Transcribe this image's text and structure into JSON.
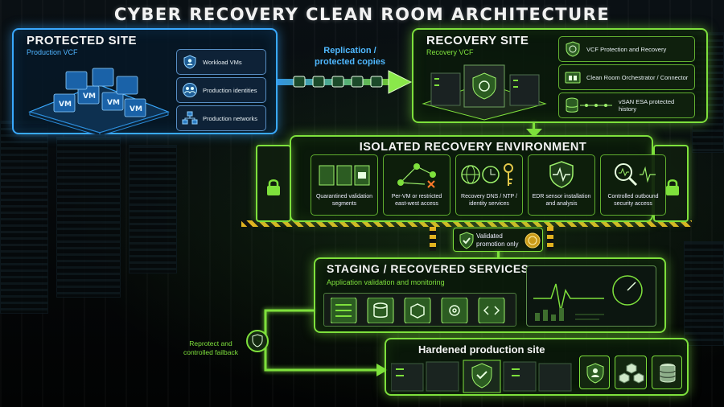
{
  "title": "CYBER RECOVERY CLEAN ROOM ARCHITECTURE",
  "protected_site": {
    "heading": "PROTECTED SITE",
    "subtitle": "Production VCF",
    "vm_label": "VM",
    "items": [
      "Workload VMs",
      "Production identities",
      "Production networks"
    ]
  },
  "replication": {
    "line1": "Replication /",
    "line2": "protected copies"
  },
  "recovery_site": {
    "heading": "RECOVERY SITE",
    "subtitle": "Recovery VCF",
    "items": [
      "VCF Protection and Recovery",
      "Clean Room Orchestrator / Connector",
      "vSAN ESA protected history"
    ]
  },
  "ire": {
    "heading": "ISOLATED RECOVERY ENVIRONMENT",
    "items": [
      "Quarantined validation segments",
      "Per-VM or restricted east-west access",
      "Recovery DNS / NTP / identity services",
      "EDR sensor installation and analysis",
      "Controlled outbound security access"
    ]
  },
  "promotion": {
    "line1": "Validated",
    "line2": "promotion only"
  },
  "staging": {
    "heading": "STAGING / RECOVERED SERVICES",
    "subtitle": "Application validation and monitoring"
  },
  "reprotect": {
    "line1": "Reprotect and",
    "line2": "controlled failback"
  },
  "hardened": {
    "heading": "Hardened production site"
  },
  "colors": {
    "blue": "#39a9ff",
    "green": "#7ee03c",
    "hazard": "#e2b320"
  }
}
